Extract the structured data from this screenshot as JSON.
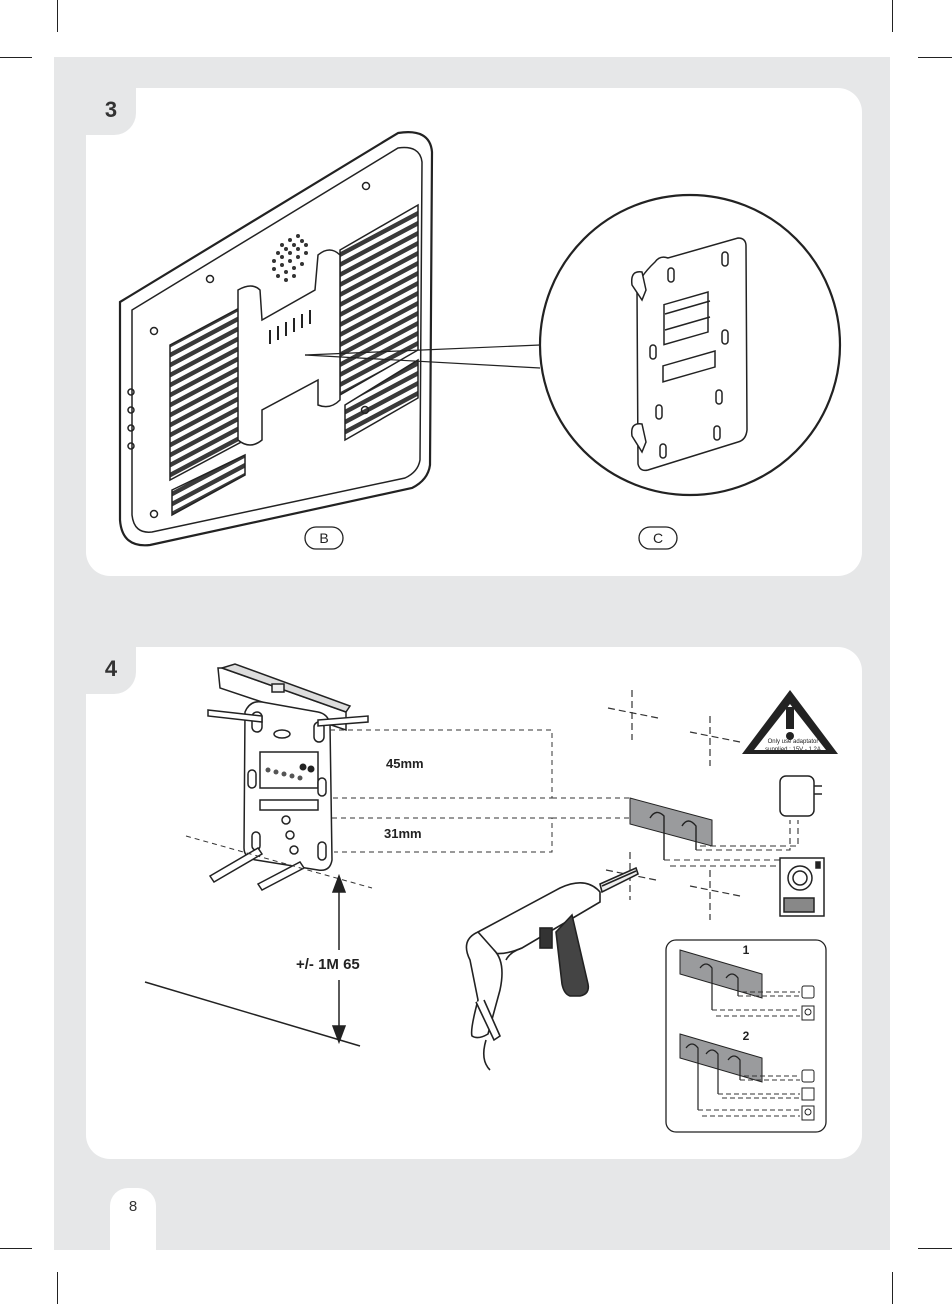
{
  "steps": [
    {
      "number": "3",
      "labels": {
        "b": "B",
        "c": "C"
      }
    },
    {
      "number": "4",
      "dimensions": {
        "top": "45mm",
        "bottom": "31mm",
        "height": "+/- 1M 65"
      },
      "warning": {
        "line1": "Only use adaptator",
        "line2": "supplied : 15V - 1,2A"
      },
      "options": [
        "1",
        "2"
      ]
    }
  ],
  "page": {
    "number": "8"
  }
}
